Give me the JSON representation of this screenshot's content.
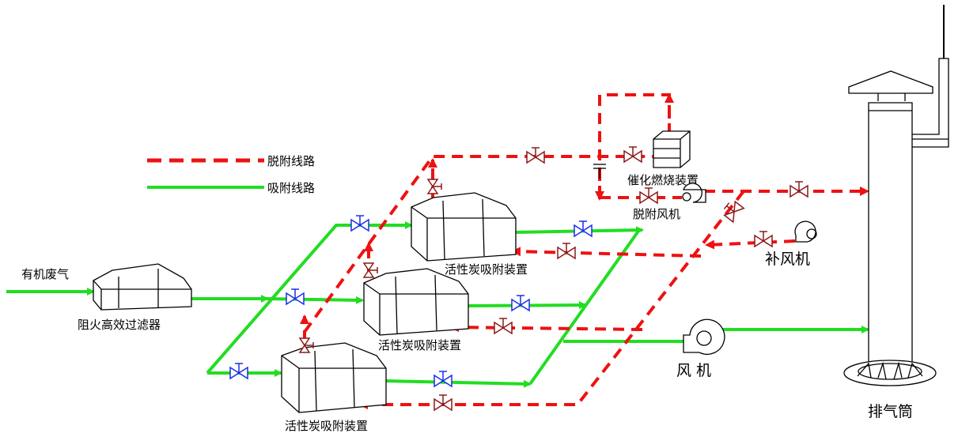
{
  "legend": {
    "desorption_line": "脱附线路",
    "adsorption_line": "吸附线路"
  },
  "labels": {
    "organic_waste_gas": "有机废气",
    "flame_filter": "阻火高效过滤器",
    "carbon_unit_1": "活性炭吸附装置",
    "carbon_unit_2": "活性炭吸附装置",
    "carbon_unit_3": "活性炭吸附装置",
    "catalytic_combustion": "催化燃烧装置",
    "desorption_fan": "脱附风机",
    "makeup_fan": "补风机",
    "main_fan": "风 机",
    "exhaust_stack": "排气筒"
  },
  "colors": {
    "adsorption": "#22dd22",
    "desorption": "#ee1111",
    "valve_blue": "#1a2ee8",
    "valve_red": "#8b1a1a",
    "outline": "#000000"
  }
}
